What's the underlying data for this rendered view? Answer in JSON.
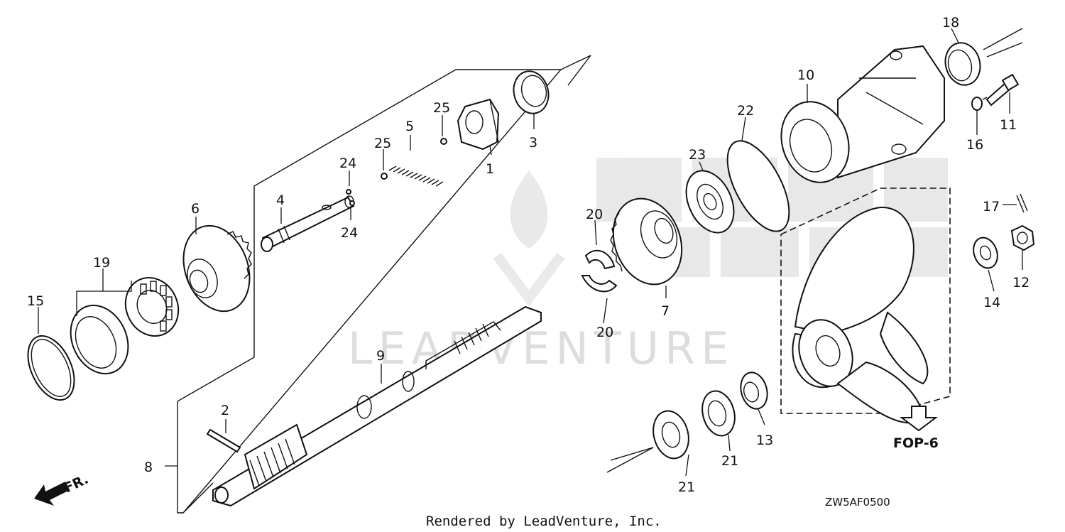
{
  "diagram": {
    "callouts": [
      {
        "id": "c1",
        "text": "1"
      },
      {
        "id": "c2",
        "text": "2"
      },
      {
        "id": "c3",
        "text": "3"
      },
      {
        "id": "c4",
        "text": "4"
      },
      {
        "id": "c5",
        "text": "5"
      },
      {
        "id": "c6",
        "text": "6"
      },
      {
        "id": "c7",
        "text": "7"
      },
      {
        "id": "c8",
        "text": "8"
      },
      {
        "id": "c9",
        "text": "9"
      },
      {
        "id": "c10",
        "text": "10"
      },
      {
        "id": "c11",
        "text": "11"
      },
      {
        "id": "c12",
        "text": "12"
      },
      {
        "id": "c13",
        "text": "13"
      },
      {
        "id": "c14",
        "text": "14"
      },
      {
        "id": "c15",
        "text": "15"
      },
      {
        "id": "c16",
        "text": "16"
      },
      {
        "id": "c17",
        "text": "17"
      },
      {
        "id": "c18",
        "text": "18"
      },
      {
        "id": "c19",
        "text": "19"
      },
      {
        "id": "c20a",
        "text": "20"
      },
      {
        "id": "c20b",
        "text": "20"
      },
      {
        "id": "c21a",
        "text": "21"
      },
      {
        "id": "c21b",
        "text": "21"
      },
      {
        "id": "c22",
        "text": "22"
      },
      {
        "id": "c23",
        "text": "23"
      },
      {
        "id": "c24a",
        "text": "24"
      },
      {
        "id": "c24b",
        "text": "24"
      },
      {
        "id": "c25a",
        "text": "25"
      },
      {
        "id": "c25b",
        "text": "25"
      }
    ],
    "front_marker": "FR.",
    "reference_label": "FOP-6",
    "diagram_code": "ZW5AF0500",
    "footer": "Rendered by LeadVenture, Inc.",
    "watermark": "LEADVENTURE"
  }
}
